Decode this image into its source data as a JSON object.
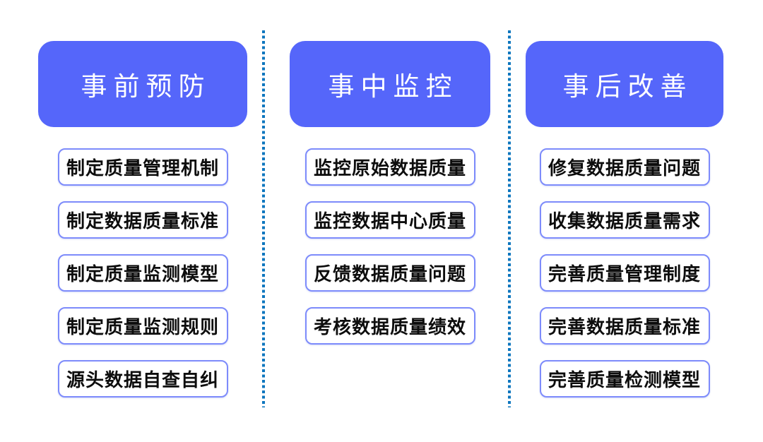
{
  "colors": {
    "header_fill": "#5566fa",
    "header_text": "#ffffff",
    "item_border": "#7d8bfb",
    "item_text": "#0d0d0d",
    "divider_dot": "#0d76be",
    "background": "#ffffff"
  },
  "columns": [
    {
      "header": "事前预防",
      "items": [
        "制定质量管理机制",
        "制定数据质量标准",
        "制定质量监测模型",
        "制定质量监测规则",
        "源头数据自查自纠"
      ]
    },
    {
      "header": "事中监控",
      "items": [
        "监控原始数据质量",
        "监控数据中心质量",
        "反馈数据质量问题",
        "考核数据质量绩效"
      ]
    },
    {
      "header": "事后改善",
      "items": [
        "修复数据质量问题",
        "收集数据质量需求",
        "完善质量管理制度",
        "完善数据质量标准",
        "完善质量检测模型"
      ]
    }
  ]
}
